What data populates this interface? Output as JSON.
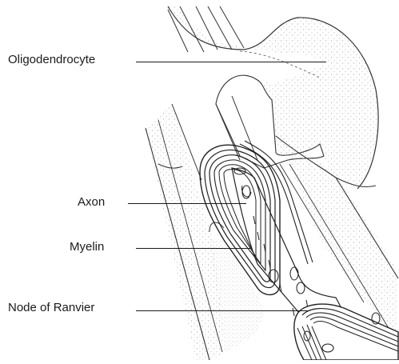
{
  "labels": {
    "oligodendrocyte": "Oligodendrocyte",
    "axon": "Axon",
    "myelin": "Myelin",
    "node_of_ranvier": "Node of Ranvier"
  },
  "colors": {
    "ink": "#1a1a1a",
    "stipple": "#9a9a9a",
    "background": "#ffffff"
  }
}
